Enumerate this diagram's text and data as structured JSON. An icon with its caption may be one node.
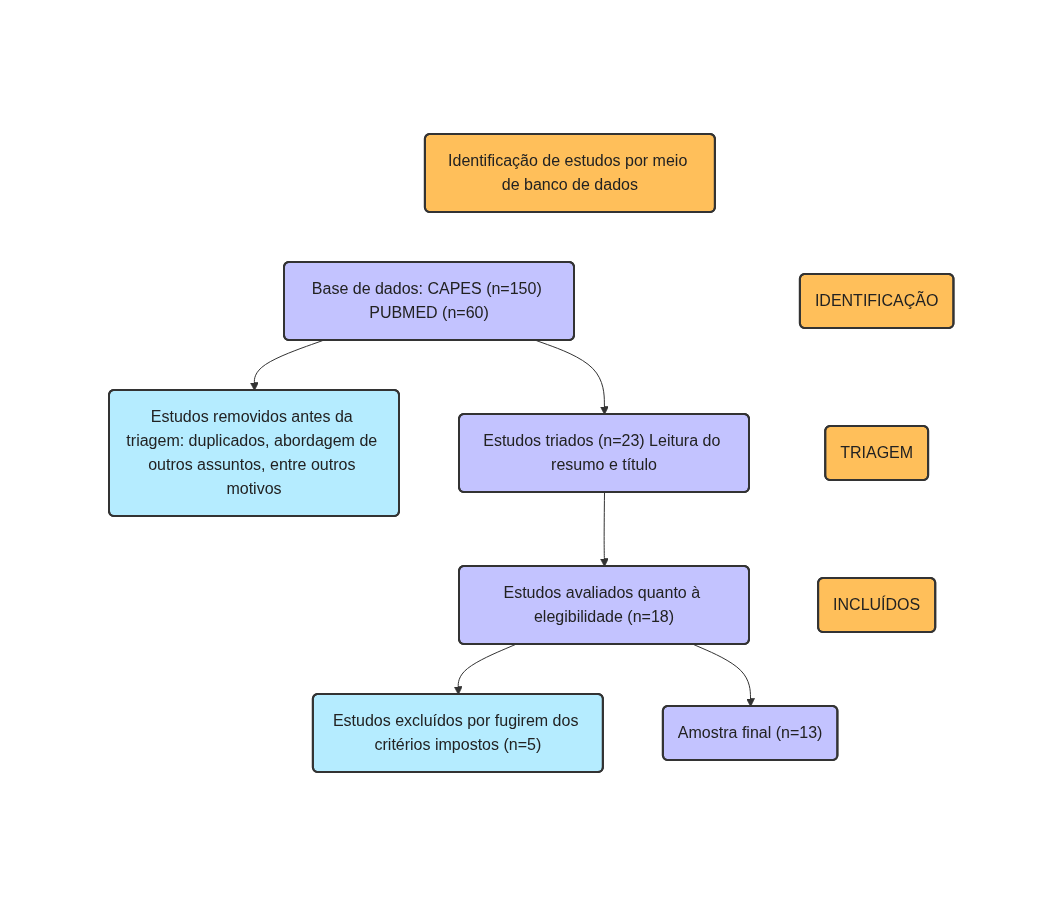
{
  "diagram": {
    "nodes": [
      {
        "text": [
          "Identificação de estudos por meio de banco de dados"
        ]
      },
      {
        "text": [
          "IDENTIFICAÇÃO"
        ]
      },
      {
        "text": [
          "Base de dados: CAPES (n=150) PUBMED (n=60)"
        ]
      },
      {
        "text": [
          "Estudos removidos antes da triagem: duplicados, abordagem de outros assuntos, entre outros motivos"
        ]
      },
      {
        "text": [
          "TRIAGEM"
        ]
      },
      {
        "text": [
          "Estudos triados (n=23) Leitura do resumo e título"
        ]
      },
      {
        "text": [
          "Estudos avaliados quanto à elegibilidade (n=18)"
        ]
      },
      {
        "text": [
          "Estudos excluídos por fugirem dos critérios impostos (n=5)"
        ]
      },
      {
        "text": [
          "INCLUÍDOS"
        ]
      },
      {
        "text": [
          "Amostra final (n=13)"
        ]
      }
    ],
    "edges": [
      {
        "from": 2,
        "to": 3,
        "arrow": "to"
      },
      {
        "from": 2,
        "to": 5,
        "arrow": "to"
      },
      {
        "from": 5,
        "to": 6,
        "arrow": "to"
      },
      {
        "from": 6,
        "to": 7,
        "arrow": "to"
      },
      {
        "from": 6,
        "to": 9,
        "arrow": "to"
      }
    ]
  }
}
